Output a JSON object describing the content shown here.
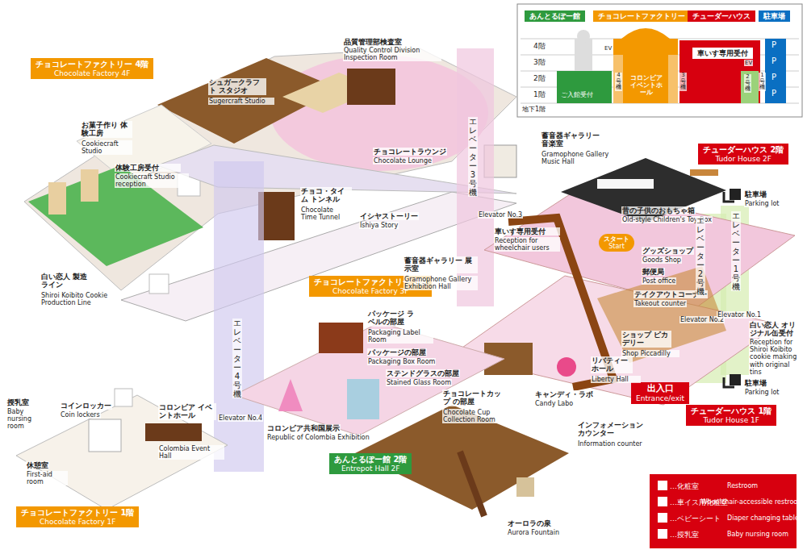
{
  "diagram": {
    "nodes": [
      {
        "text": [
          "あんとるぽー館"
        ]
      },
      {
        "text": [
          "チョコレートファクトリー"
        ]
      },
      {
        "text": [
          "チューダーハウス"
        ]
      },
      {
        "text": [
          "駐車場"
        ]
      },
      {
        "text": [
          "車いす専用受付"
        ]
      },
      {
        "text": [
          "コロンビア イベントホール"
        ]
      },
      {
        "text": [
          "チョコレートファクトリー 4階",
          "Chocolate Factory 4F"
        ]
      },
      {
        "text": [
          "チョコレートファクトリー 3階",
          "Chocolate Factory 3F"
        ]
      },
      {
        "text": [
          "チョコレートファクトリー 1階",
          "Chocolate Factory 1F"
        ]
      },
      {
        "text": [
          "チューダーハウス 2階",
          "Tudor House 2F"
        ]
      },
      {
        "text": [
          "チューダーハウス 1階",
          "Tudor House 1F"
        ]
      },
      {
        "text": [
          "あんとるぽー館 2階",
          "Entrepot Hall 2F"
        ]
      },
      {
        "text": [
          "出入口",
          "Entrance/exit"
        ]
      },
      {
        "text": [
          "スタート",
          "Start"
        ]
      }
    ],
    "labels": [
      "品質管理部検査室",
      "Quality Control Division Inspection Room",
      "シュガークラフト スタジオ",
      "Sugercraft Studio",
      "お菓子作り 体験工房",
      "Cookiecraft Studio",
      "体験工房受付",
      "Cookiecraft Studio reception",
      "白い恋人 製造ライン",
      "Shiroi Koibito Cookie Production Line",
      "チョコレートラウンジ",
      "Chocolate Lounge",
      "チョコ・タイム トンネル",
      "Chocolate Time Tunnel",
      "イシヤストーリー",
      "Ishiya Story",
      "エレベーター 3号機",
      "Elevator No.3",
      "蓄音器ギャラリー 音楽室",
      "Gramophone Gallery Music Hall",
      "蓄音器ギャラリー 展示室",
      "Gramophone Gallery Exhibition Hall",
      "昔の子供のおもちゃ箱",
      "Old-style Children's Toy Box",
      "駐車場",
      "Parking lot",
      "車いす専用受付",
      "Reception for wheelchair users",
      "グッズショップ",
      "Goods Shop",
      "郵便局",
      "Post office",
      "テイクアウトコーナー",
      "Takeout counter",
      "エレベーター 2号機",
      "Elevator No.2",
      "エレベーター 1号機",
      "Elevator No.1",
      "白い恋人 オリジナル缶受付",
      "Reception for Shiroi Koibito cookie making with original tins",
      "ショップ ピカデリー",
      "Shop Piccadilly",
      "リバティー ホール",
      "Liberty Hall",
      "キャンディ・ラボ",
      "Candy Labo",
      "インフォメーション カウンター",
      "Information counter",
      "エレベーター 4号機",
      "Elevator No.4",
      "パッケージ ラベルの部屋",
      "Packaging Label Room",
      "パッケージの部屋",
      "Packaging Box Room",
      "ステンドグラスの部屋",
      "Stained Glass Room",
      "チョコレートカップ の部屋",
      "Chocolate Cup Collection Room",
      "コロンビア共和国展示",
      "Republic of Colombia Exhibition",
      "オーロラの泉",
      "Aurora Fountain",
      "授乳室",
      "Baby nursing room",
      "コインロッカー",
      "Coin lockers",
      "休憩室",
      "First-aid room",
      "コロンビア イベントホール",
      "Colombia Event Hall",
      "駐車場",
      "Parking lot",
      "4階",
      "3階",
      "2階",
      "1階",
      "地下1階",
      "ご入館受付",
      "EV",
      "EV",
      "P",
      "P",
      "P",
      "P",
      "4号機",
      "3号機",
      "2号機",
      "1号機",
      "Restroom",
      "Wheelchair-accessible restroom",
      "Diaper changing table",
      "Baby nursing room"
    ],
    "legend": [
      {
        "text": "…化粧室"
      },
      {
        "text": "…車イス用化粧室"
      },
      {
        "text": "…ベビーシート"
      },
      {
        "text": "…授乳室"
      }
    ]
  }
}
